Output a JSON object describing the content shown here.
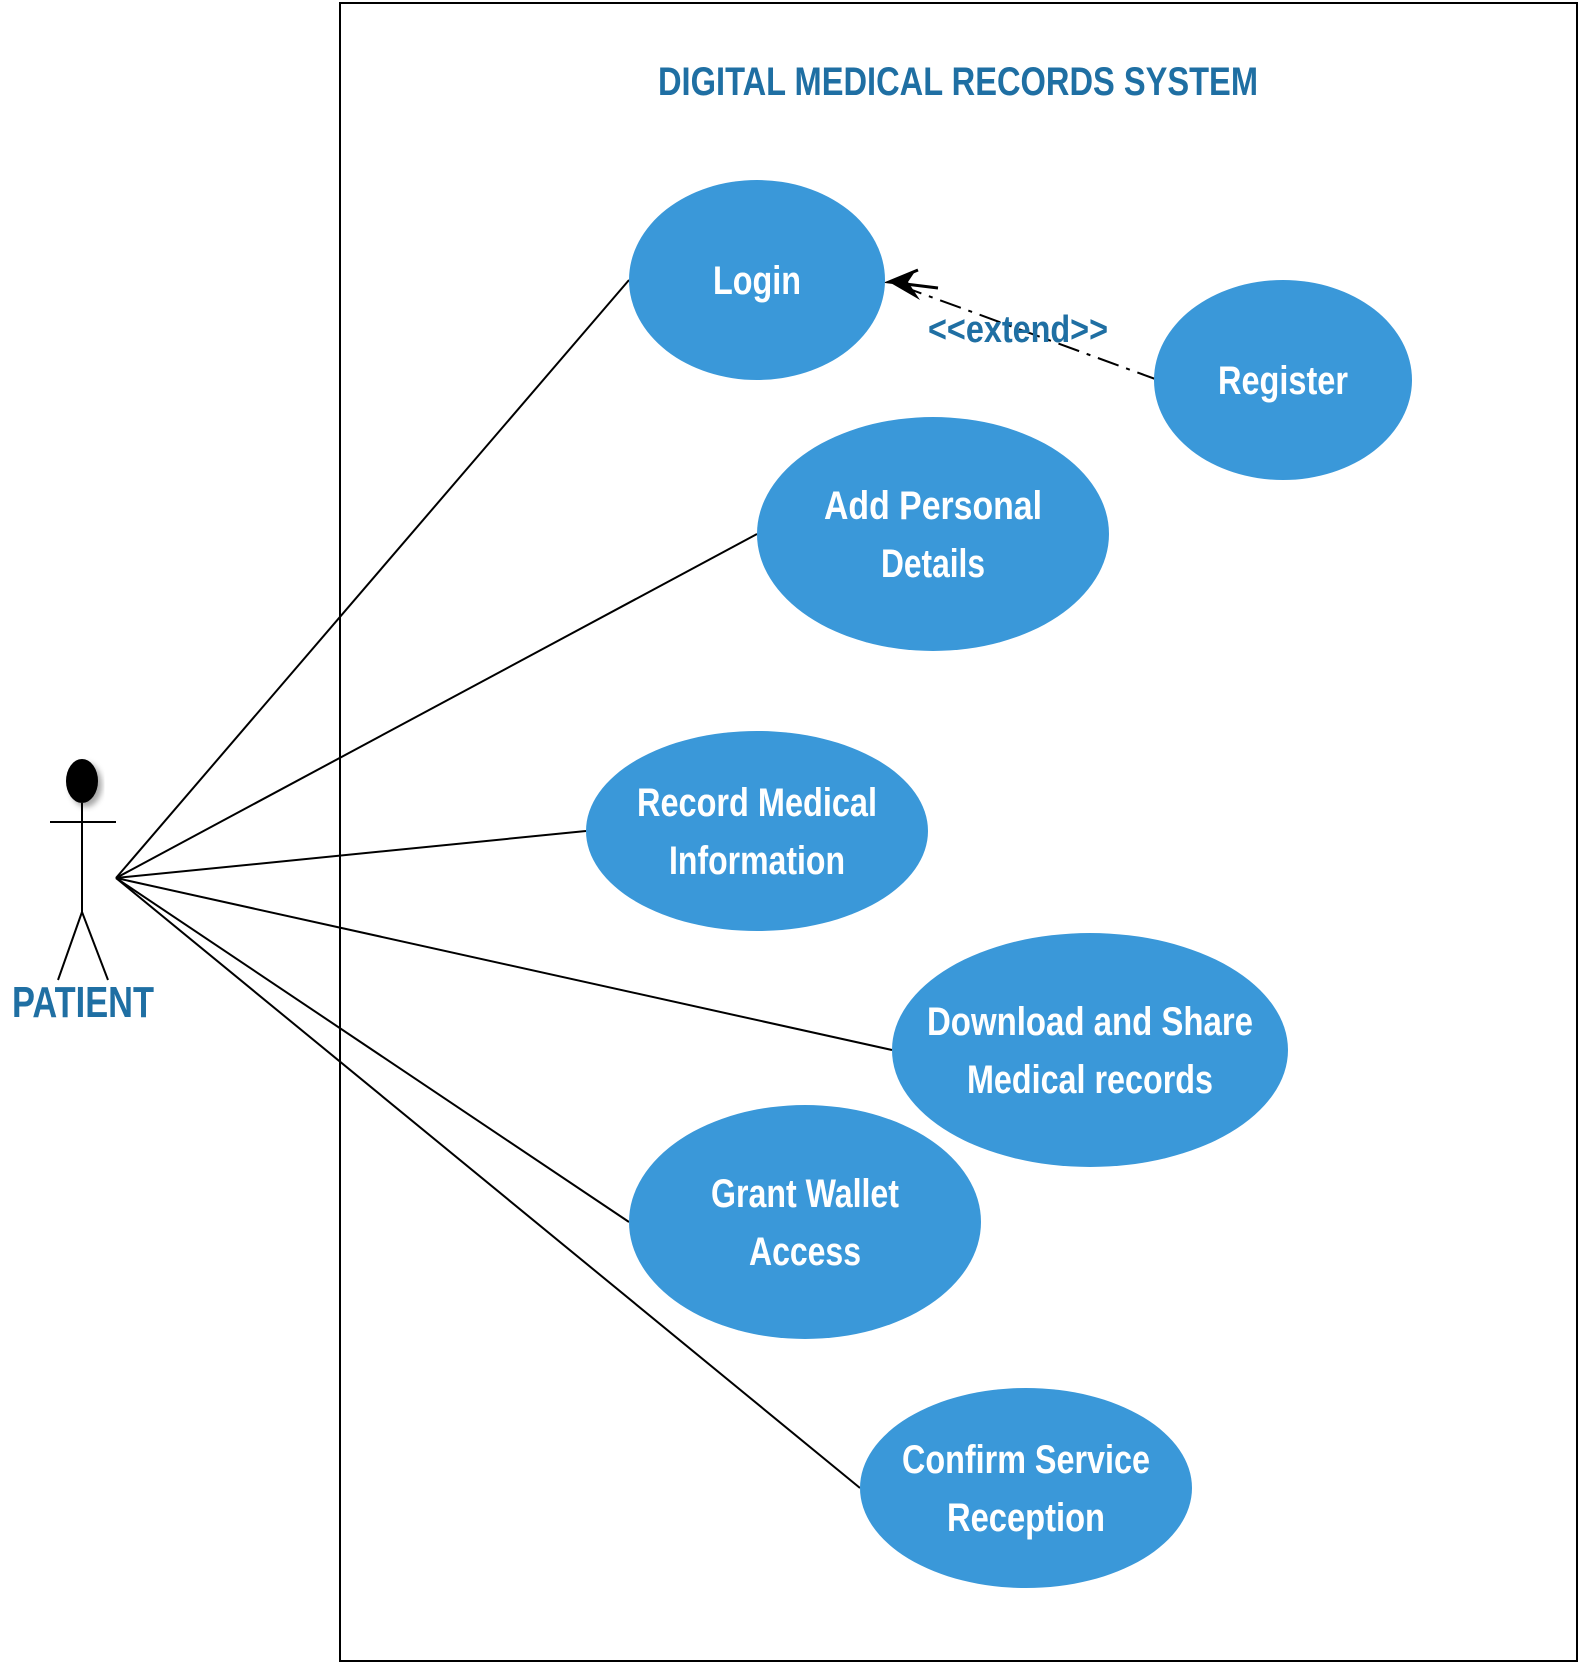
{
  "system": {
    "title": "DIGITAL MEDICAL RECORDS SYSTEM"
  },
  "actor": {
    "name": "PATIENT"
  },
  "colors": {
    "usecase_fill": "#3a98d9",
    "title_text": "#1f6fa3",
    "line": "#000000"
  },
  "use_cases": [
    {
      "id": "login",
      "lines": [
        "Login"
      ]
    },
    {
      "id": "register",
      "lines": [
        "Register"
      ]
    },
    {
      "id": "add-personal-details",
      "lines": [
        "Add  Personal",
        "Details"
      ]
    },
    {
      "id": "record-medical-information",
      "lines": [
        "Record Medical",
        "Information"
      ]
    },
    {
      "id": "download-share-records",
      "lines": [
        "Download and Share",
        "Medical records"
      ]
    },
    {
      "id": "grant-wallet-access",
      "lines": [
        "Grant Wallet",
        "Access"
      ]
    },
    {
      "id": "confirm-service-reception",
      "lines": [
        "Confirm Service",
        "Reception"
      ]
    }
  ],
  "relations": {
    "extend": {
      "from": "register",
      "to": "login",
      "label": "<<extend>>"
    },
    "associations": [
      "login",
      "add-personal-details",
      "record-medical-information",
      "download-share-records",
      "grant-wallet-access",
      "confirm-service-reception"
    ]
  }
}
